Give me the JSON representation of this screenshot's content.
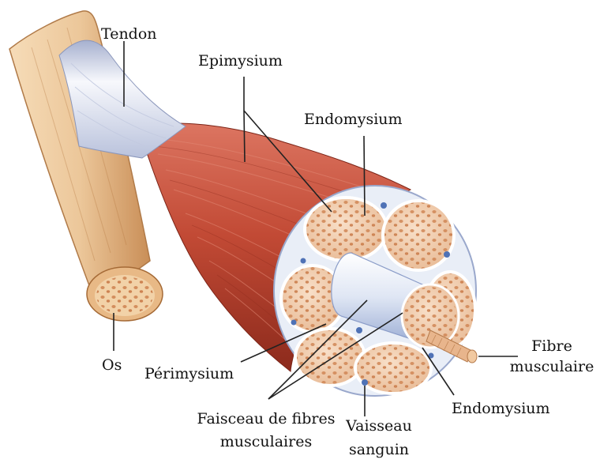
{
  "colors": {
    "bone": "#ecc79a",
    "bone_shadow": "#c98e57",
    "bone_marrow": "#b06a38",
    "muscle": "#c24a35",
    "muscle_light": "#dc7561",
    "muscle_dark": "#8c2a1c",
    "tendon": "#e7ebf3",
    "tendon_shadow": "#a6b0cf",
    "fascicle": "#f3d2b6",
    "fascicle_dots": "#d08655",
    "sheath": "#e9eef7",
    "vessel": "#4f72b6",
    "line": "#222222"
  },
  "labels": {
    "tendon": "Tendon",
    "epimysium": "Epimysium",
    "endomysium_top": "Endomysium",
    "os": "Os",
    "perimysium": "Périmysium",
    "faisceau_line1": "Faisceau de fibres",
    "faisceau_line2": "musculaires",
    "vaisseau_line1": "Vaisseau",
    "vaisseau_line2": "sanguin",
    "endomysium_bottom": "Endomysium",
    "fibre_line1": "Fibre",
    "fibre_line2": "musculaire"
  }
}
